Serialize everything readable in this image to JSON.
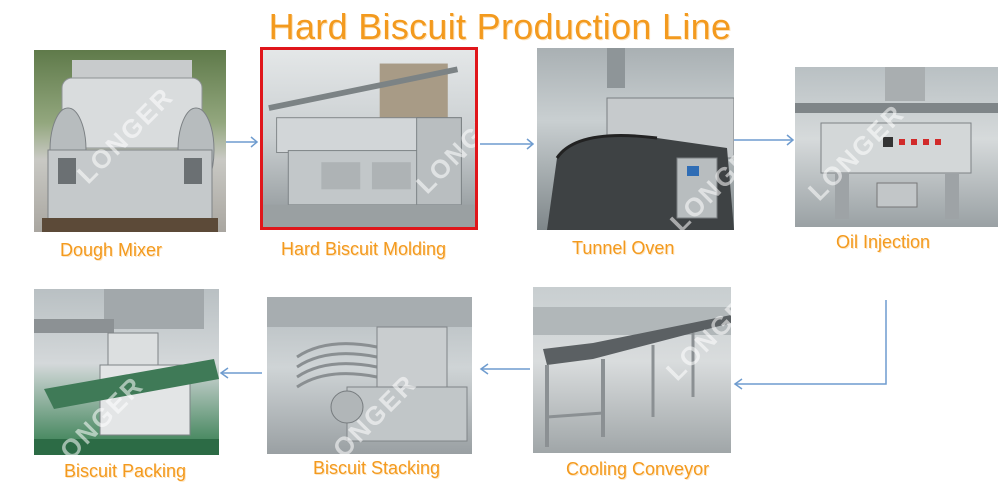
{
  "title": "Hard Biscuit Production Line",
  "watermark": "LONGER",
  "accent_color": "#f39a1e",
  "highlight_color": "#e0161b",
  "arrow_color": "#6f9ccf",
  "steps": [
    {
      "label": "Dough Mixer",
      "icon": "dough-mixer-photo"
    },
    {
      "label": "Hard Biscuit Molding",
      "icon": "biscuit-molding-photo"
    },
    {
      "label": "Tunnel Oven",
      "icon": "tunnel-oven-photo"
    },
    {
      "label": "Oil Injection",
      "icon": "oil-injection-photo"
    },
    {
      "label": "Cooling Conveyor",
      "icon": "cooling-conveyor-photo"
    },
    {
      "label": "Biscuit Stacking",
      "icon": "biscuit-stacking-photo"
    },
    {
      "label": "Biscuit Packing",
      "icon": "biscuit-packing-photo"
    }
  ]
}
